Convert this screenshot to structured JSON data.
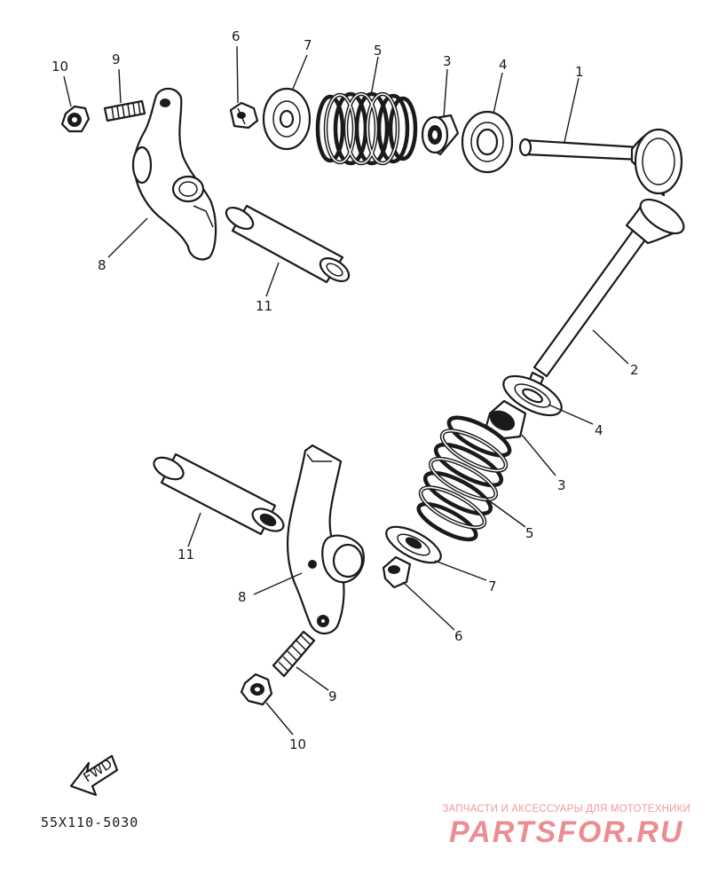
{
  "diagram": {
    "code": "55X110-5030",
    "fwd_label": "FWD",
    "callouts": {
      "c1": "1",
      "c2": "2",
      "c3a": "3",
      "c3b": "3",
      "c4a": "4",
      "c4b": "4",
      "c5a": "5",
      "c5b": "5",
      "c6a": "6",
      "c6b": "6",
      "c7a": "7",
      "c7b": "7",
      "c8a": "8",
      "c8b": "8",
      "c9a": "9",
      "c9b": "9",
      "c10a": "10",
      "c10b": "10",
      "c11a": "11",
      "c11b": "11"
    }
  },
  "watermark": {
    "tagline": "ЗАПЧАСТИ И АКСЕССУАРЫ ДЛЯ МОТОТЕХНИКИ",
    "logo": "PARTSFOR.RU"
  }
}
